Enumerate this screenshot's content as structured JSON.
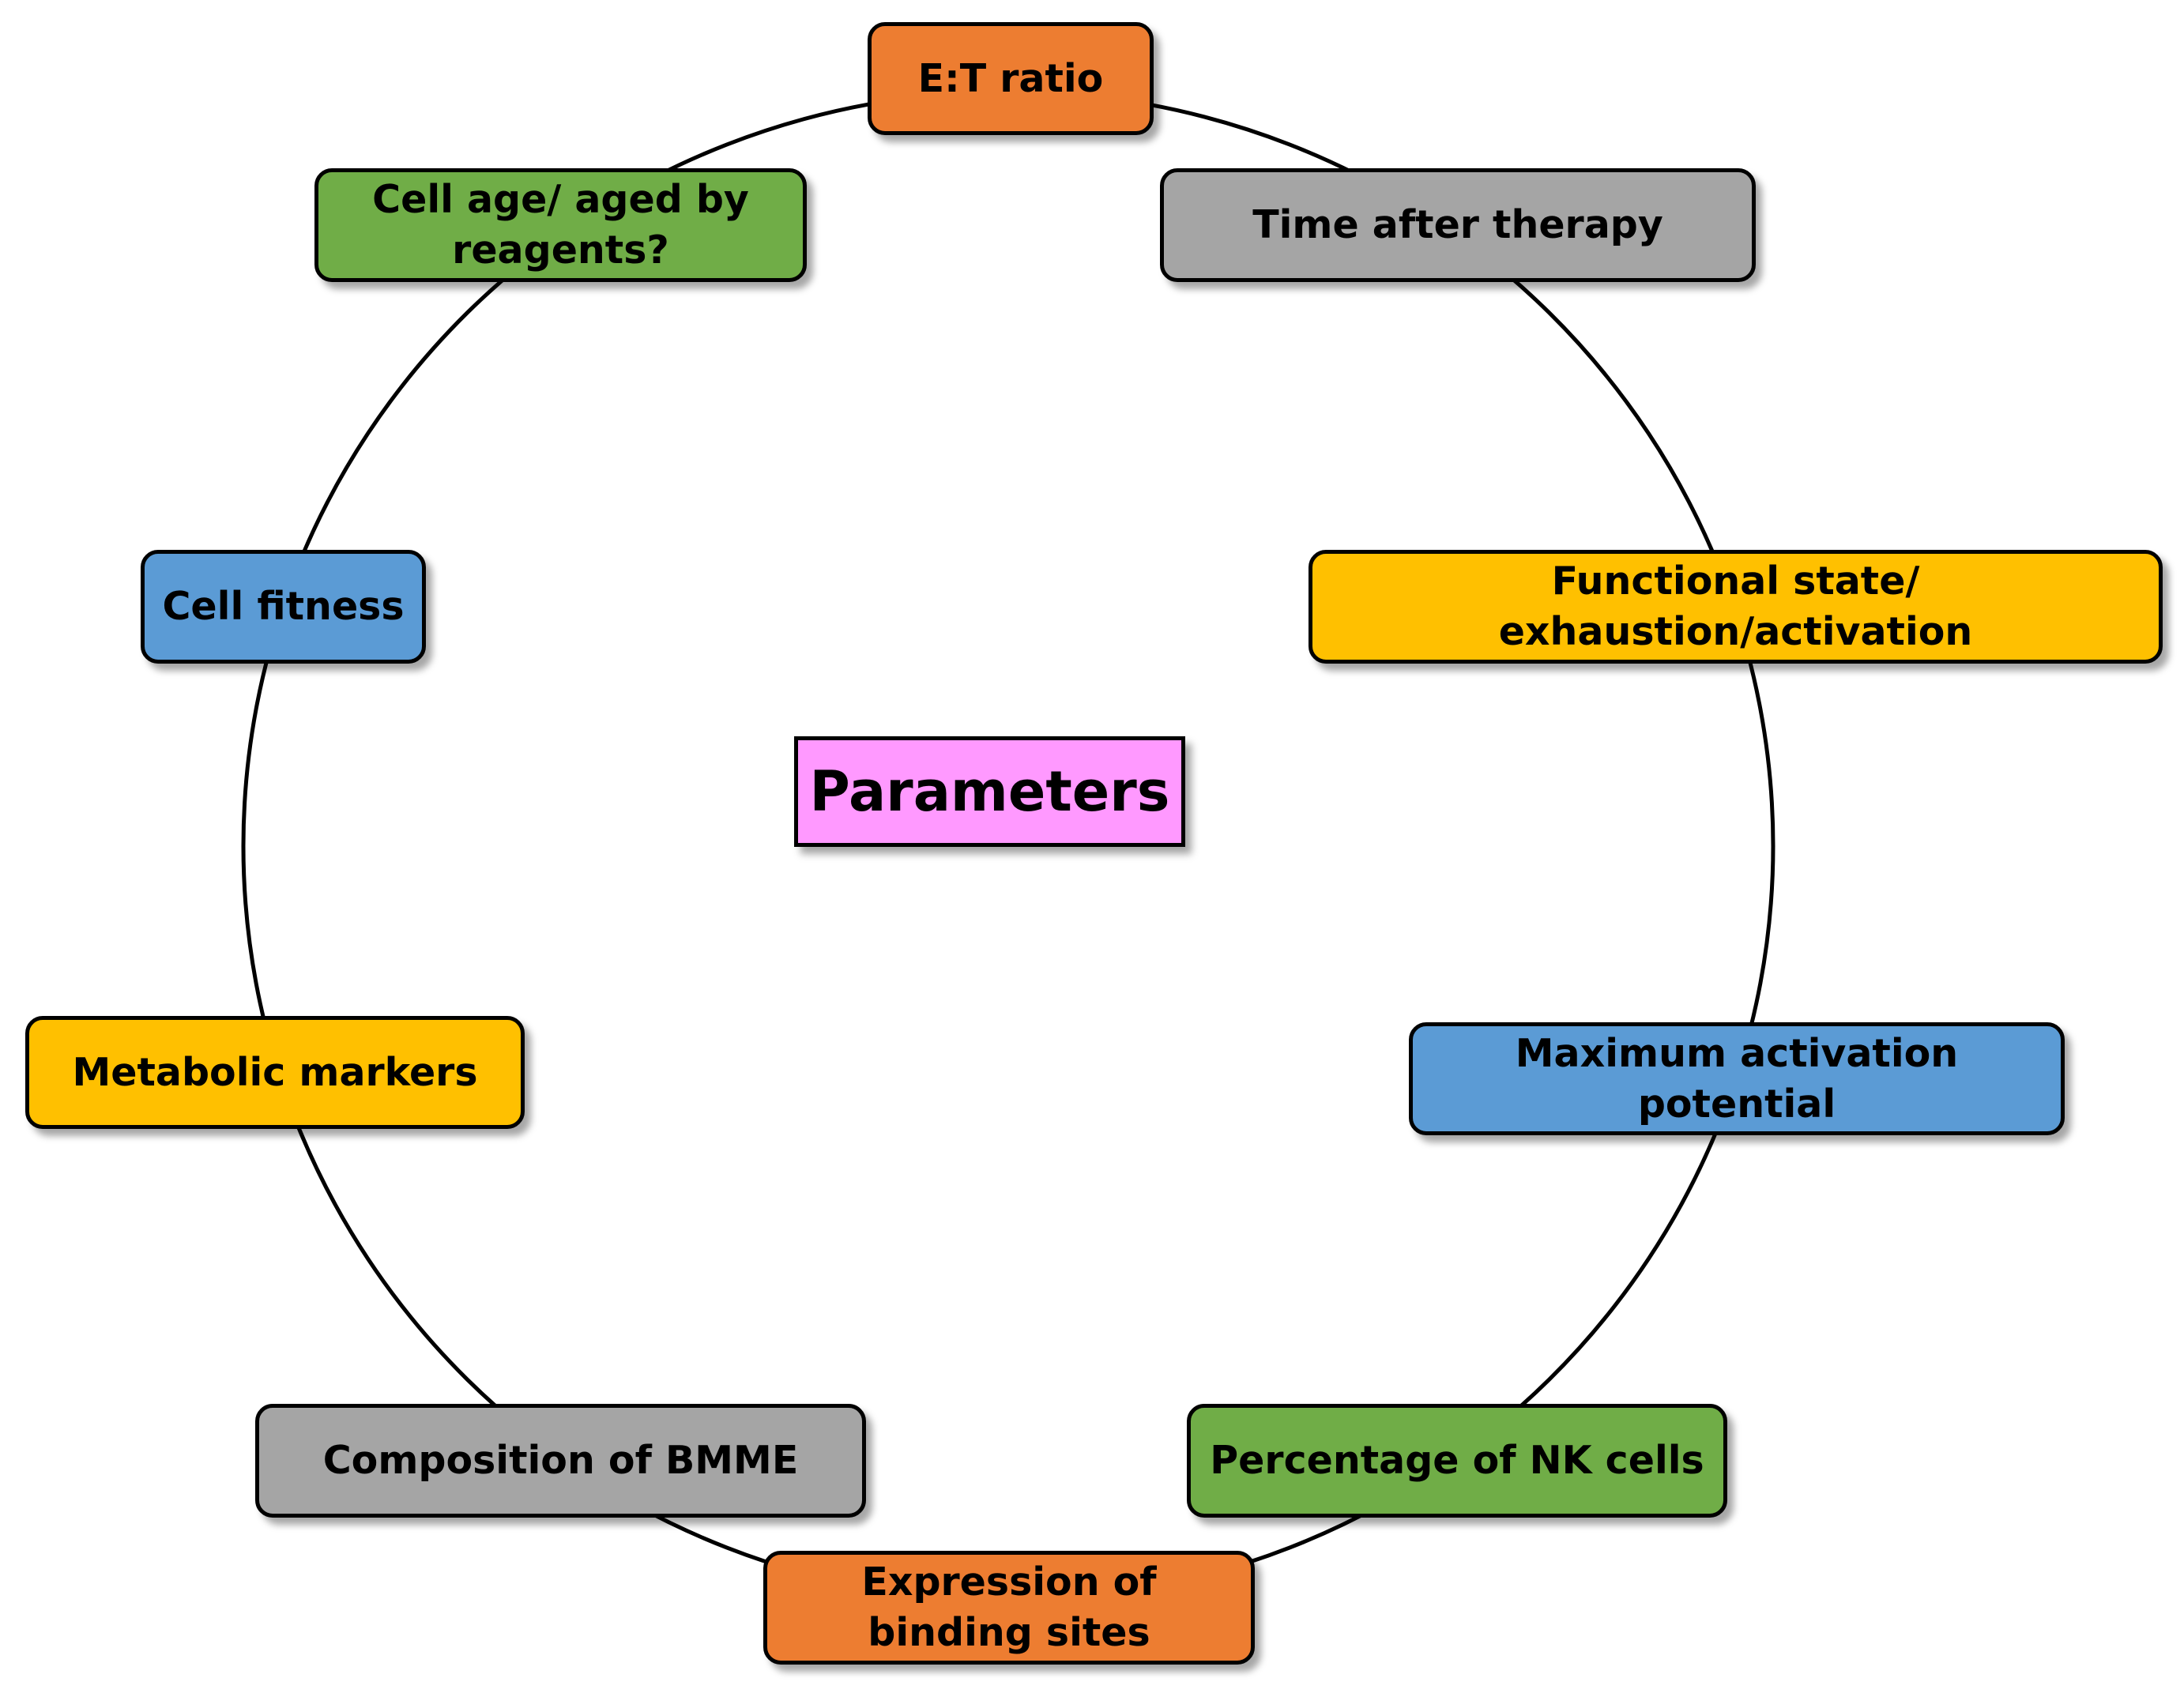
{
  "center": {
    "label": "Parameters",
    "color": "#ff99ff"
  },
  "colors": {
    "orange": "#ed7d31",
    "gray": "#a5a5a5",
    "yellow": "#ffc000",
    "blue": "#5b9bd5",
    "green": "#70ad47"
  },
  "nodes": [
    {
      "id": "et-ratio",
      "label": "E:T ratio",
      "color": "#ed7d31"
    },
    {
      "id": "time-after-therapy",
      "label": "Time after therapy",
      "color": "#a5a5a5"
    },
    {
      "id": "functional-state",
      "label": "Functional state/ exhaustion/activation",
      "color": "#ffc000"
    },
    {
      "id": "maximum-activation-potential",
      "label": "Maximum activation potential",
      "color": "#5b9bd5"
    },
    {
      "id": "percentage-nk-cells",
      "label": "Percentage of NK cells",
      "color": "#70ad47"
    },
    {
      "id": "expression-binding-sites",
      "label": "Expression of binding sites",
      "color": "#ed7d31"
    },
    {
      "id": "composition-bmme",
      "label": "Composition of BMME",
      "color": "#a5a5a5"
    },
    {
      "id": "metabolic-markers",
      "label": "Metabolic markers",
      "color": "#ffc000"
    },
    {
      "id": "cell-fitness",
      "label": "Cell fitness",
      "color": "#5b9bd5"
    },
    {
      "id": "cell-age",
      "label": "Cell age/ aged by reagents?",
      "color": "#70ad47"
    }
  ]
}
